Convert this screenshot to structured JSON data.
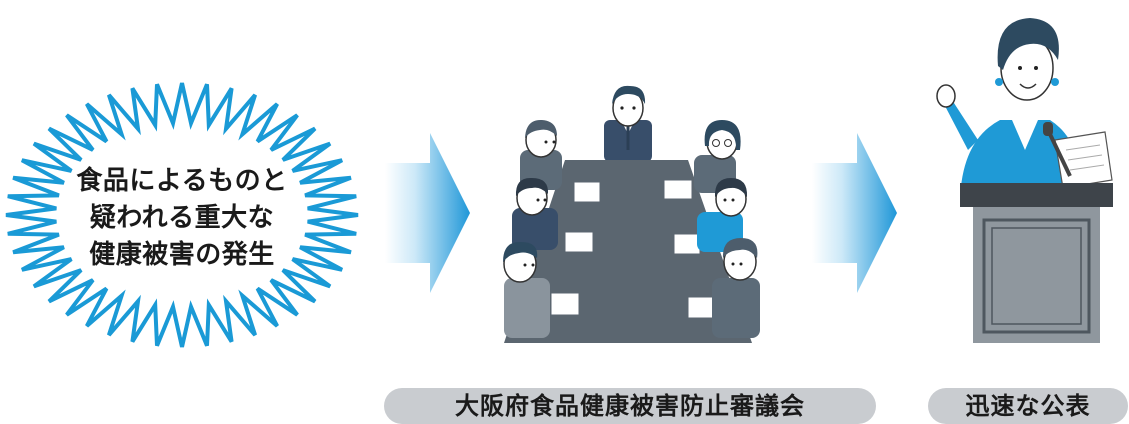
{
  "event": {
    "lines": [
      "食品によるものと",
      "疑われる重大な",
      "健康被害の発生"
    ]
  },
  "council": {
    "label": "大阪府食品健康被害防止審議会"
  },
  "announcement": {
    "label": "迅速な公表"
  },
  "colors": {
    "burst_stroke": "#1a9ad6",
    "arrow_light": "#d6eefa",
    "arrow_dark": "#2aa0dc",
    "table": "#5b6670",
    "suit_dark": "#384e6a",
    "suit_blue": "#1f9ad6",
    "hair": "#2d4a60",
    "podium_top": "#3e444a",
    "podium_body": "#8f979e",
    "pill": "#c9ccd0"
  }
}
